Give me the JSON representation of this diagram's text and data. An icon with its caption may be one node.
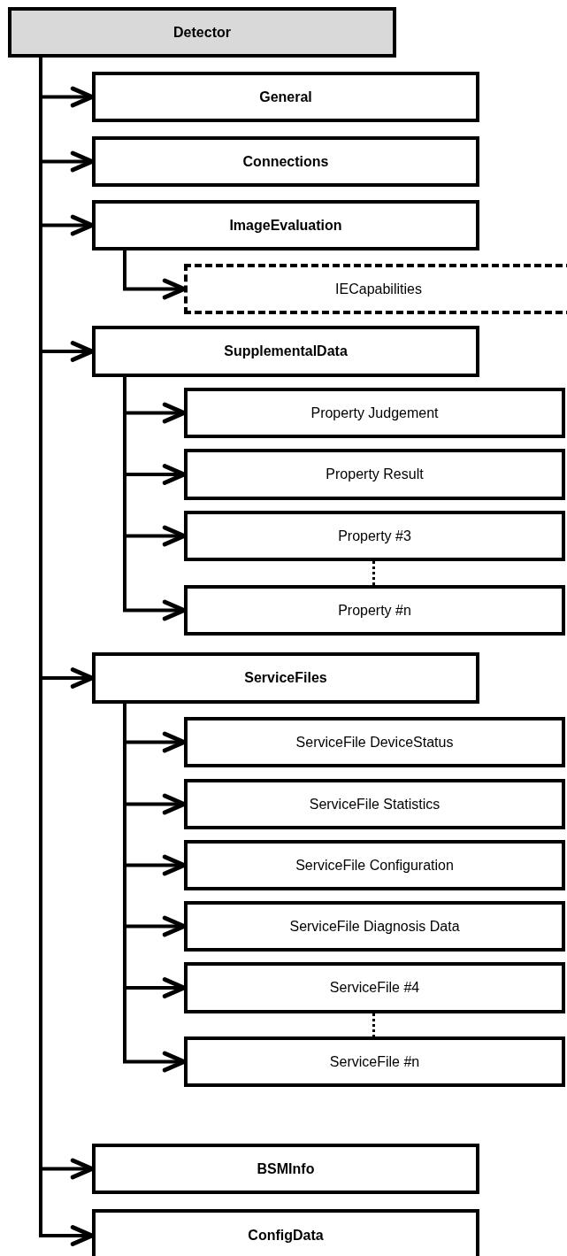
{
  "diagram": {
    "nodes": [
      {
        "text": [
          "Detector"
        ]
      },
      {
        "text": [
          "General"
        ]
      },
      {
        "text": [
          "Connections"
        ]
      },
      {
        "text": [
          "ImageEvaluation"
        ]
      },
      {
        "text": [
          "IECapabilities"
        ]
      },
      {
        "text": [
          "SupplementalData"
        ]
      },
      {
        "text": [
          "Property Judgement"
        ]
      },
      {
        "text": [
          "Property Result"
        ]
      },
      {
        "text": [
          "Property #3"
        ]
      },
      {
        "text": [
          "Property #n"
        ]
      },
      {
        "text": [
          "ServiceFiles"
        ]
      },
      {
        "text": [
          "ServiceFile DeviceStatus"
        ]
      },
      {
        "text": [
          "ServiceFile Statistics"
        ]
      },
      {
        "text": [
          "ServiceFile Configuration"
        ]
      },
      {
        "text": [
          "ServiceFile Diagnosis Data"
        ]
      },
      {
        "text": [
          "ServiceFile #4"
        ]
      },
      {
        "text": [
          "ServiceFile #n"
        ]
      },
      {
        "text": [
          "BSMInfo"
        ]
      },
      {
        "text": [
          "ConfigData"
        ]
      }
    ],
    "edges": [
      {
        "from": 0,
        "to": 1,
        "arrow": "to"
      },
      {
        "from": 0,
        "to": 2,
        "arrow": "to"
      },
      {
        "from": 0,
        "to": 3,
        "arrow": "to"
      },
      {
        "from": 3,
        "to": 4,
        "arrow": "to"
      },
      {
        "from": 0,
        "to": 5,
        "arrow": "to"
      },
      {
        "from": 5,
        "to": 6,
        "arrow": "to"
      },
      {
        "from": 5,
        "to": 7,
        "arrow": "to"
      },
      {
        "from": 5,
        "to": 8,
        "arrow": "to"
      },
      {
        "from": 8,
        "to": 9,
        "arrow": "none",
        "style": "dashed"
      },
      {
        "from": 5,
        "to": 9,
        "arrow": "to"
      },
      {
        "from": 0,
        "to": 10,
        "arrow": "to"
      },
      {
        "from": 10,
        "to": 11,
        "arrow": "to"
      },
      {
        "from": 10,
        "to": 12,
        "arrow": "to"
      },
      {
        "from": 10,
        "to": 13,
        "arrow": "to"
      },
      {
        "from": 10,
        "to": 14,
        "arrow": "to"
      },
      {
        "from": 10,
        "to": 15,
        "arrow": "to"
      },
      {
        "from": 15,
        "to": 16,
        "arrow": "none",
        "style": "dashed"
      },
      {
        "from": 10,
        "to": 16,
        "arrow": "to"
      },
      {
        "from": 0,
        "to": 17,
        "arrow": "to"
      },
      {
        "from": 0,
        "to": 18,
        "arrow": "to"
      }
    ]
  }
}
